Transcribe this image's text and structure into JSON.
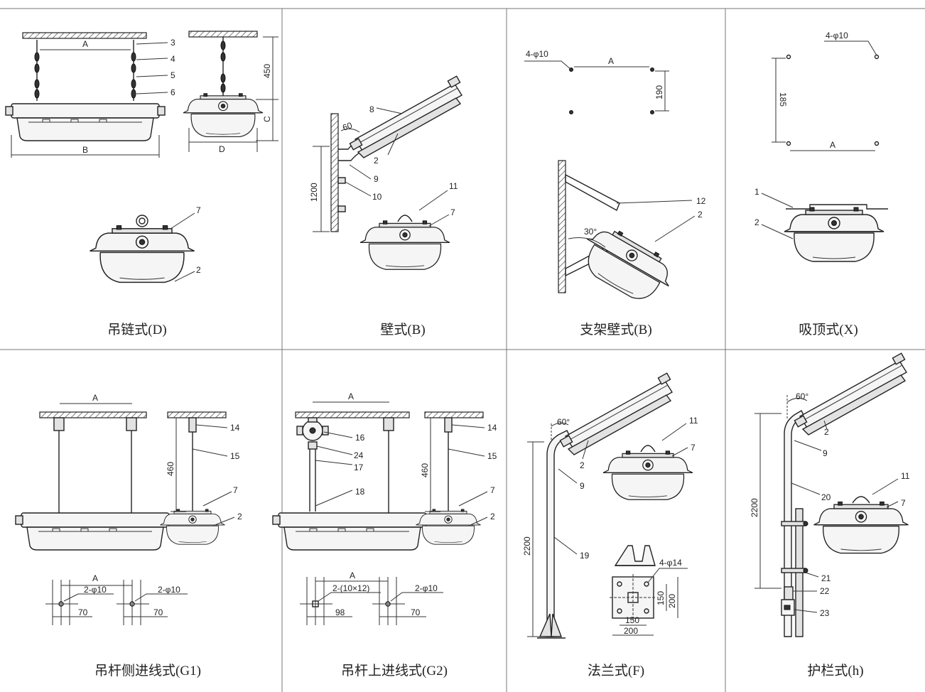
{
  "panels": [
    {
      "caption": "吊链式(D)",
      "labels": {
        "a": "A",
        "b": "B",
        "c": "C",
        "d": "D",
        "h": "450",
        "n3": "3",
        "n4": "4",
        "n5": "5",
        "n6": "6",
        "n7": "7",
        "n2": "2"
      }
    },
    {
      "caption": "壁式(B)",
      "labels": {
        "n8": "8",
        "ang": "60",
        "n2": "2",
        "n9": "9",
        "n10": "10",
        "h": "1200",
        "n11": "11",
        "n7": "7"
      }
    },
    {
      "caption": "支架壁式(B)",
      "labels": {
        "holes": "4-φ10",
        "a": "A",
        "h": "190",
        "n12": "12",
        "n2": "2",
        "ang": "30°"
      }
    },
    {
      "caption": "吸顶式(X)",
      "labels": {
        "holes": "4-φ10",
        "h": "185",
        "a": "A",
        "n1": "1",
        "n2": "2"
      }
    },
    {
      "caption": "吊杆侧进线式(G1)",
      "labels": {
        "a": "A",
        "n14": "14",
        "n15": "15",
        "h": "460",
        "n7": "7",
        "n2": "2",
        "a2": "A",
        "hole1": "2-φ10",
        "hole2": "2-φ10",
        "w1": "70",
        "w2": "70"
      }
    },
    {
      "caption": "吊杆上进线式(G2)",
      "labels": {
        "a": "A",
        "n16": "16",
        "n24": "24",
        "n17": "17",
        "n18": "18",
        "n14": "14",
        "n15": "15",
        "h": "460",
        "n7": "7",
        "n2": "2",
        "a2": "A",
        "hole1": "2-(10×12)",
        "hole2": "2-φ10",
        "w1": "98",
        "w2": "70"
      }
    },
    {
      "caption": "法兰式(F)",
      "labels": {
        "ang": "60°",
        "n11": "11",
        "n7": "7",
        "n2": "2",
        "n9": "9",
        "h": "2200",
        "n19": "19",
        "holes": "4-φ14",
        "d150v": "150",
        "d200v": "200",
        "d150h": "150",
        "d200h": "200"
      }
    },
    {
      "caption": "护栏式(h)",
      "labels": {
        "ang": "60°",
        "n2": "2",
        "n9": "9",
        "n11": "11",
        "n7": "7",
        "n20": "20",
        "h": "2200",
        "n21": "21",
        "n22": "22",
        "n23": "23"
      }
    }
  ]
}
